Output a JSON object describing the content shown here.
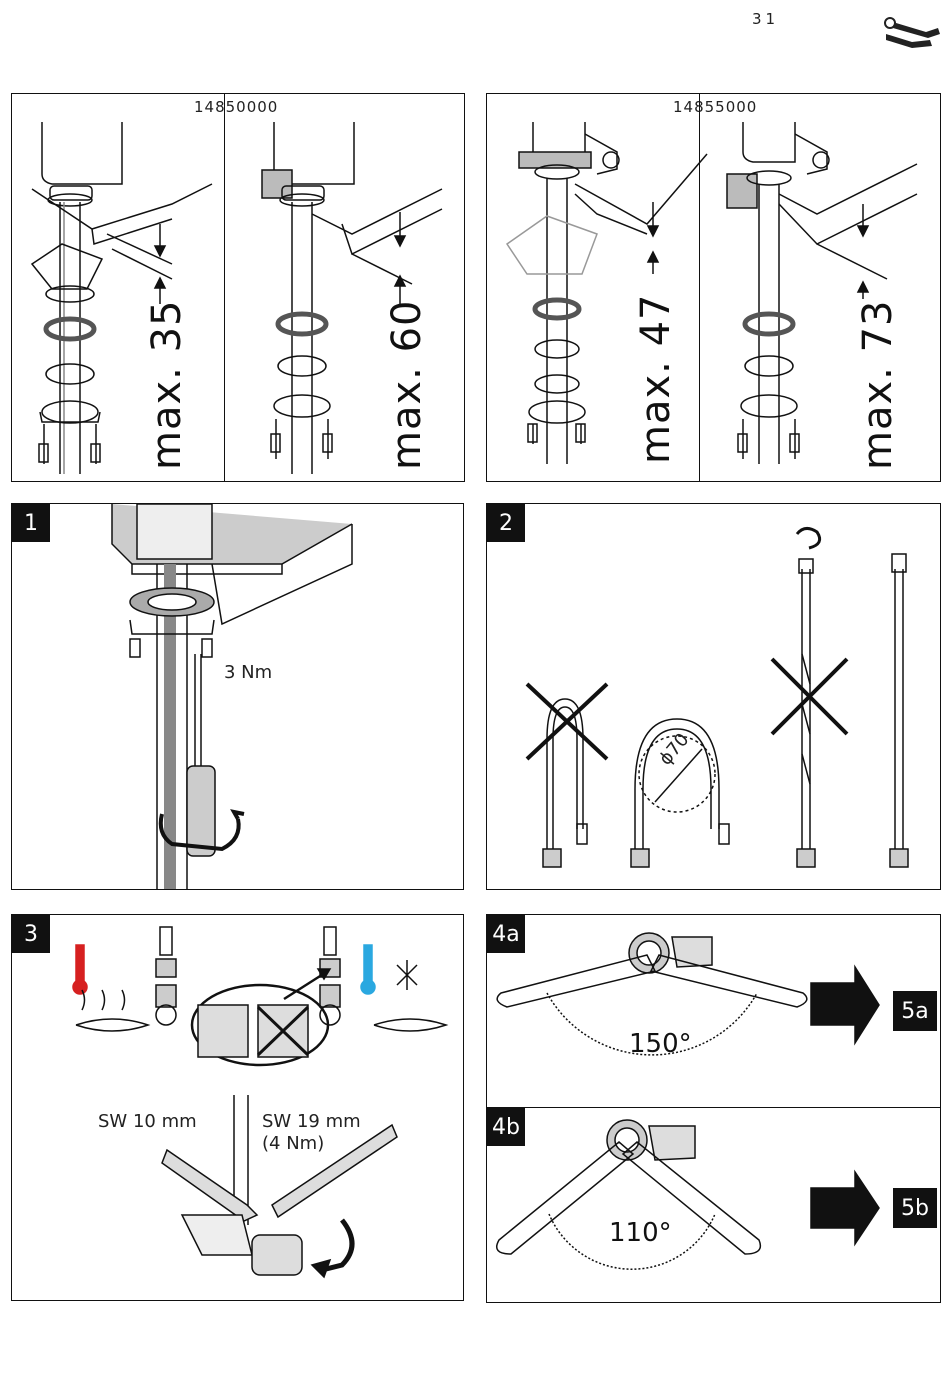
{
  "page": {
    "number": "31",
    "icon": "wrench-screwdriver-icon"
  },
  "top_left": {
    "model": "14850000",
    "left_max": "max. 35",
    "right_max": "max. 60"
  },
  "top_right": {
    "model": "14855000",
    "left_max": "max. 47",
    "right_max": "max. 73"
  },
  "step1": {
    "badge": "1",
    "torque": "3 Nm"
  },
  "step2": {
    "badge": "2",
    "diameter": "ϕ70"
  },
  "step3": {
    "badge": "3",
    "sw10": "SW 10 mm",
    "sw19": "SW 19 mm",
    "sw19_torque": "(4 Nm)",
    "hot_icon": "thermometer-hot-icon",
    "cold_icon": "thermometer-cold-icon"
  },
  "step4a": {
    "badge": "4a",
    "angle": "150°",
    "next": "5a"
  },
  "step4b": {
    "badge": "4b",
    "angle": "110°",
    "next": "5b"
  },
  "colors": {
    "hot": "#d62020",
    "cold": "#2aa8e0"
  }
}
